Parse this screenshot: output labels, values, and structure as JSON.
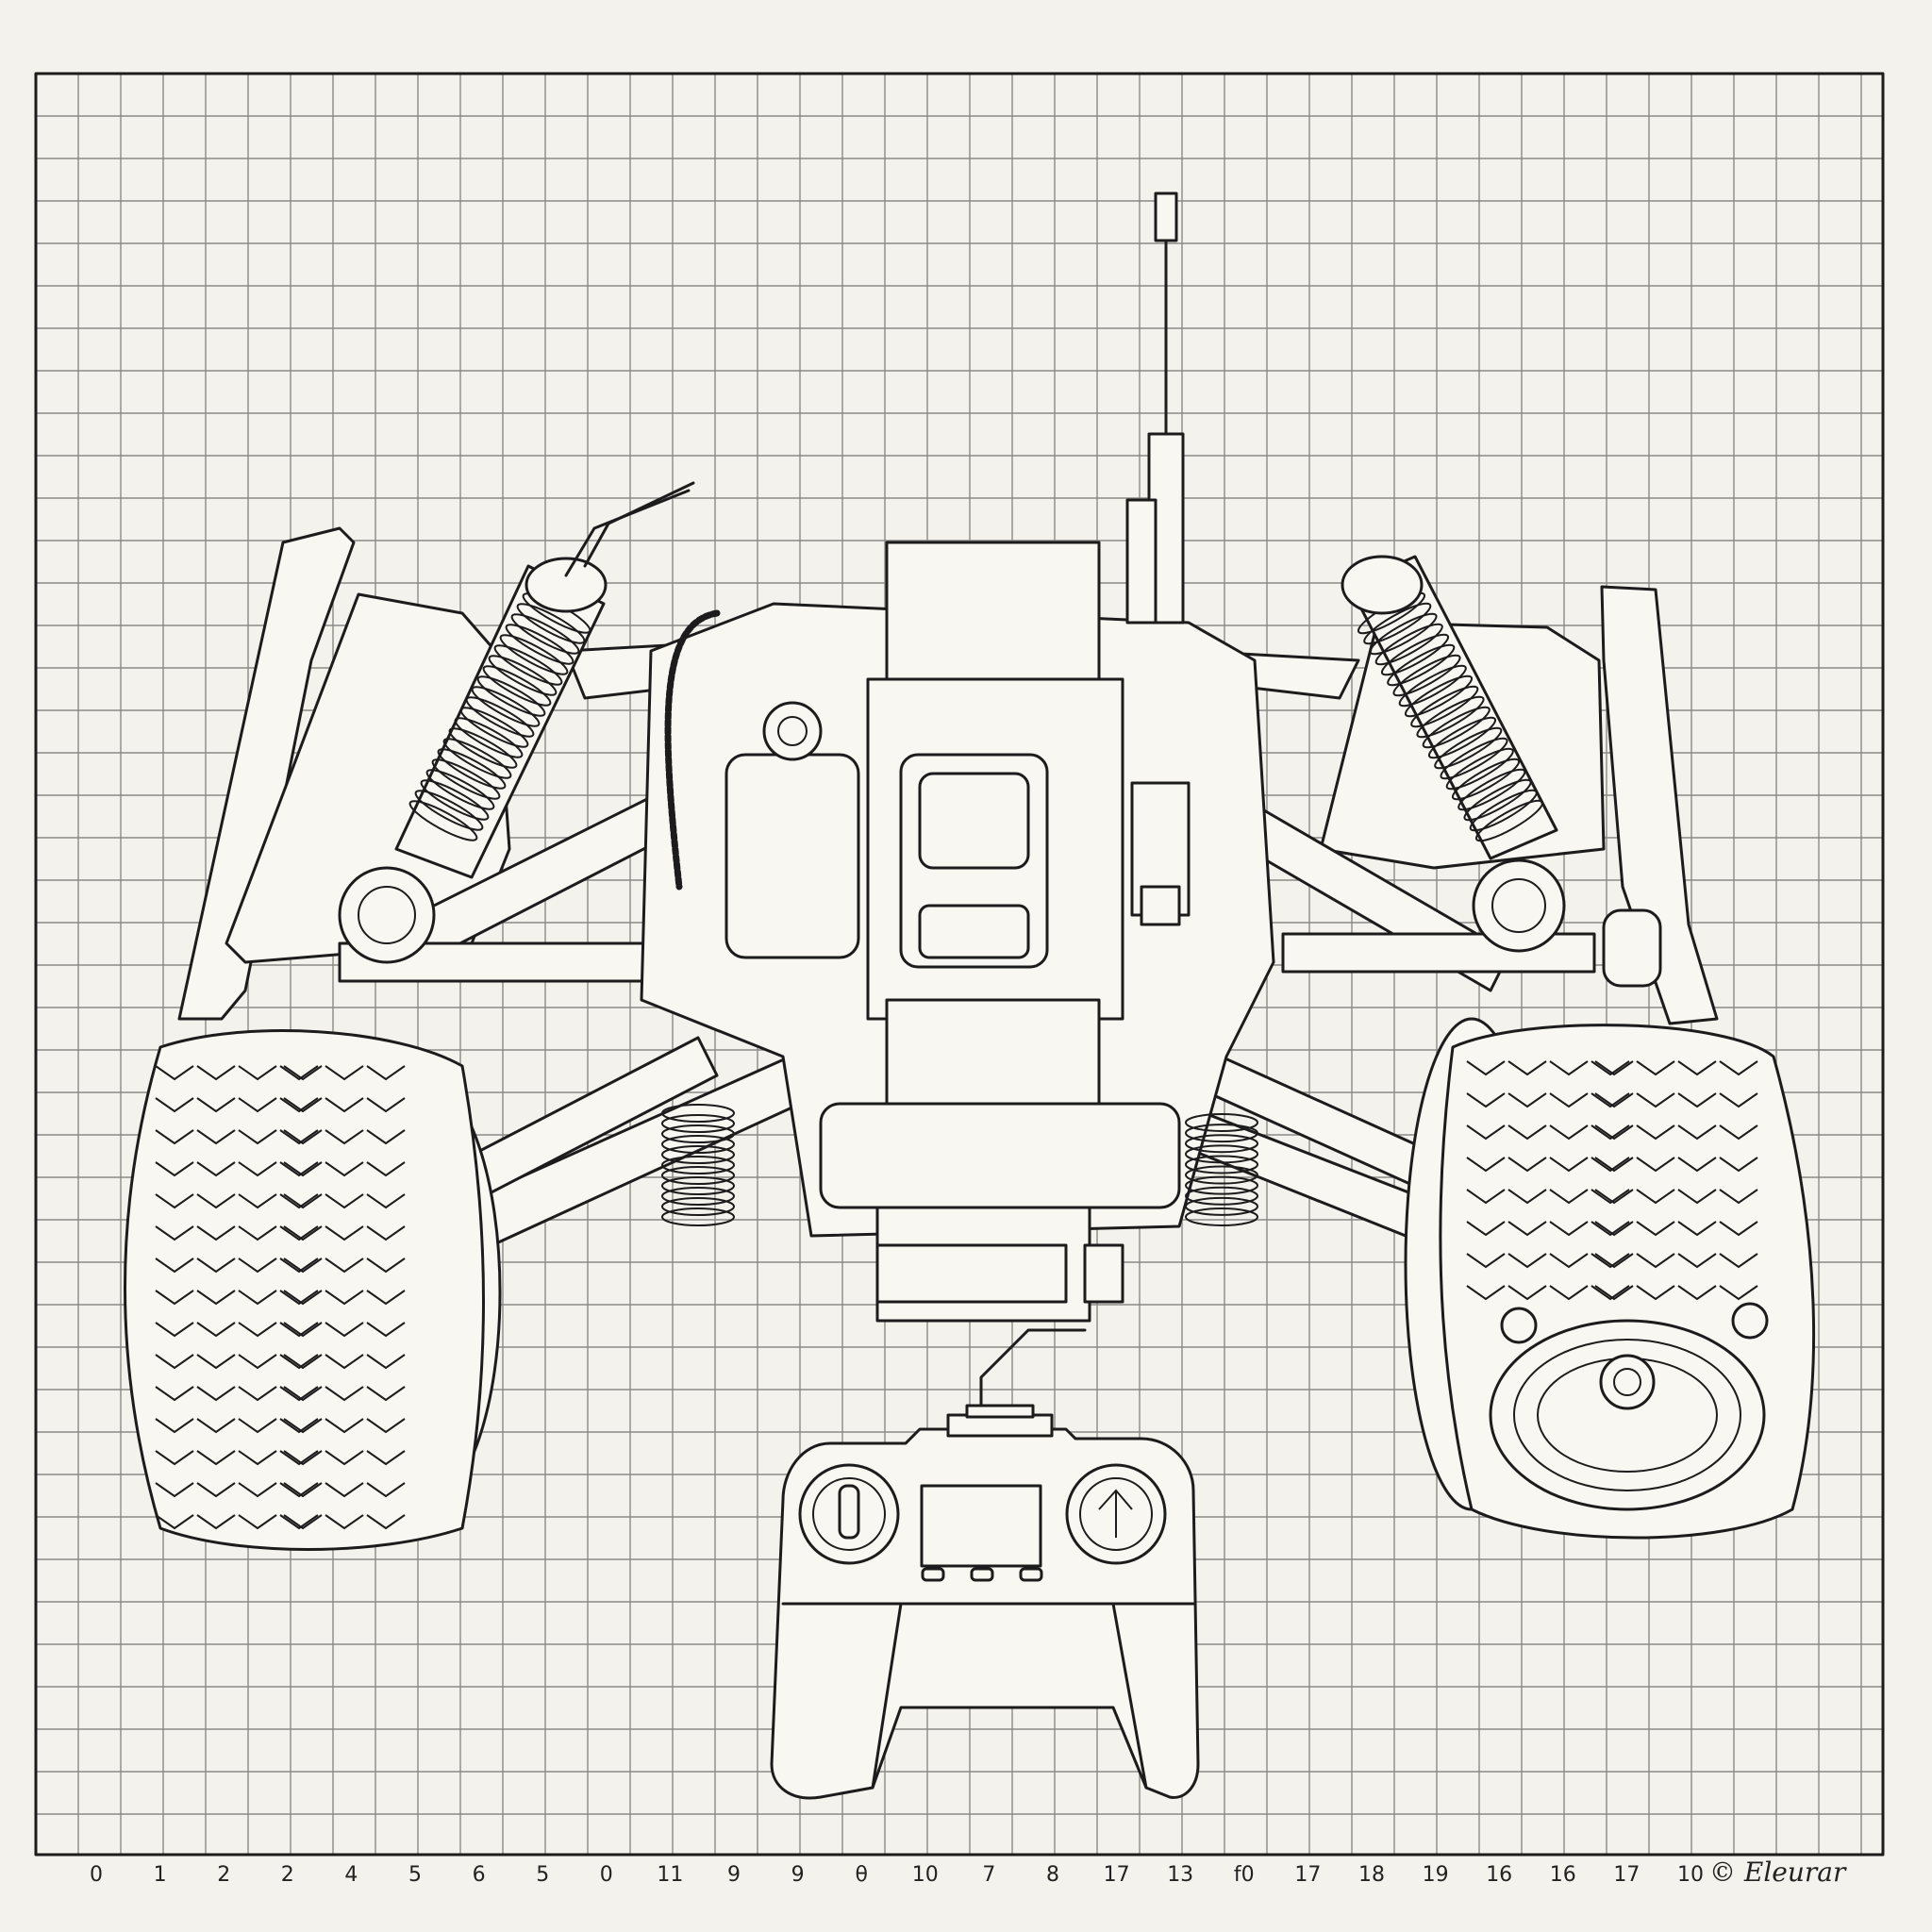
{
  "diagram": {
    "subject": "rc-truck-chassis-with-remote",
    "axis_labels": [
      "0",
      "1",
      "2",
      "2",
      "4",
      "5",
      "6",
      "5",
      "0",
      "11",
      "9",
      "9",
      "θ",
      "10",
      "7",
      "8",
      "17",
      "13",
      "f0",
      "17",
      "18",
      "19",
      "16",
      "16",
      "17",
      "10"
    ],
    "signature_text": "© Eleurar"
  },
  "colors": {
    "paper": "#f3f2ec",
    "ink": "#1c1c1c",
    "grid": "#8a8a86"
  }
}
